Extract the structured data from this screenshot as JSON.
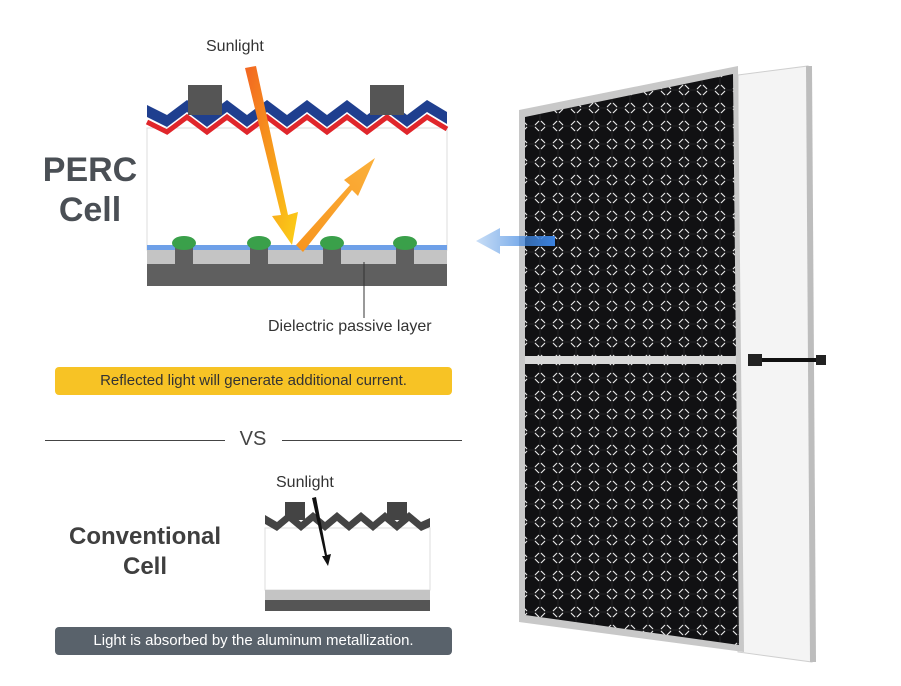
{
  "perc": {
    "title": "PERC Cell",
    "sunlight_label": "Sunlight",
    "dielectric_label": "Dielectric passive layer",
    "banner": "Reflected light will generate additional current."
  },
  "separator": {
    "label": "VS"
  },
  "conventional": {
    "title": "Conventional Cell",
    "sunlight_label": "Sunlight",
    "banner": "Light is absorbed by the aluminum metallization."
  },
  "colors": {
    "arrow_orange": "#f7941d",
    "arrow_yellow": "#fcd116",
    "blue_layer": "#1f3f8f",
    "red_layer": "#e0262b",
    "dielectric_blue": "#6ea0e8",
    "contact_green": "#3aa04a",
    "panel_dark": "#151515",
    "pointer_arrow": "#4a90e2",
    "banner_yellow": "#f7c325",
    "banner_gray": "#59626b"
  }
}
